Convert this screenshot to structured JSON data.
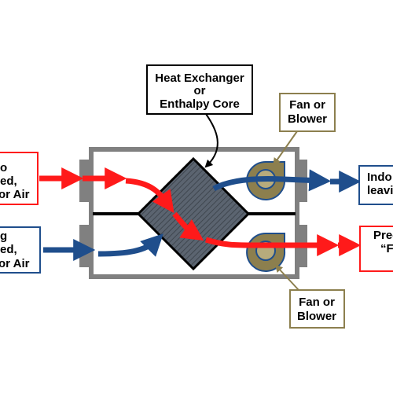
{
  "labels": {
    "core_line1": "Heat Exchanger",
    "core_line2": "or",
    "core_line3": "Enthalpy Core",
    "fan_top_line1": "Fan or",
    "fan_top_line2": "Blower",
    "fan_bottom_line1": "Fan or",
    "fan_bottom_line2": "Blower",
    "left_top_line1": "o",
    "left_top_line2": "ed,",
    "left_top_line3": "or Air",
    "left_bottom_line1": "g",
    "left_bottom_line2": "ed,",
    "left_bottom_line3": "or Air",
    "right_top_line1": "Indo",
    "right_top_line2": "leavi",
    "right_bottom_line1": "Pre-",
    "right_bottom_line2": "“F"
  },
  "colors": {
    "supply_air": "#ff1a1a",
    "exhaust_air": "#1f4e8c",
    "callout_border": "#8c7f4e",
    "enclosure": "#808080",
    "core_fill": "#5b6470"
  },
  "icons": {
    "fan_icon": "centrifugal-fan"
  }
}
